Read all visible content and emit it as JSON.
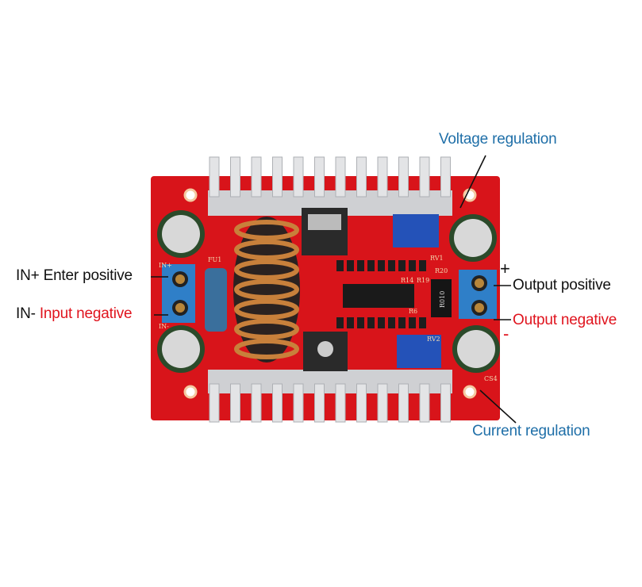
{
  "labels": {
    "voltage_regulation": "Voltage regulation",
    "current_regulation": "Current regulation",
    "in_plus_prefix": "IN+",
    "in_plus_text": "Enter positive",
    "in_minus_prefix": "IN-",
    "in_minus_text": "Input negative",
    "output_positive": "Output positive",
    "output_negative": "Output negative",
    "plus_sign": "+",
    "minus_sign": "-"
  },
  "board_markings": {
    "in_plus": "IN+",
    "in_minus": "IN-",
    "fuse": "FU1",
    "rv1": "RV1",
    "rv2": "RV2",
    "r20": "R20",
    "r14": "R14",
    "r19": "R19",
    "r6": "R6",
    "shunt": "R010",
    "cs4": "CS4"
  },
  "colors": {
    "board": "#d8141a",
    "label_blue": "#1f6fa8",
    "label_red": "#e0141e",
    "terminal": "#2f7fc8",
    "heatsink": "#d9dadc"
  }
}
